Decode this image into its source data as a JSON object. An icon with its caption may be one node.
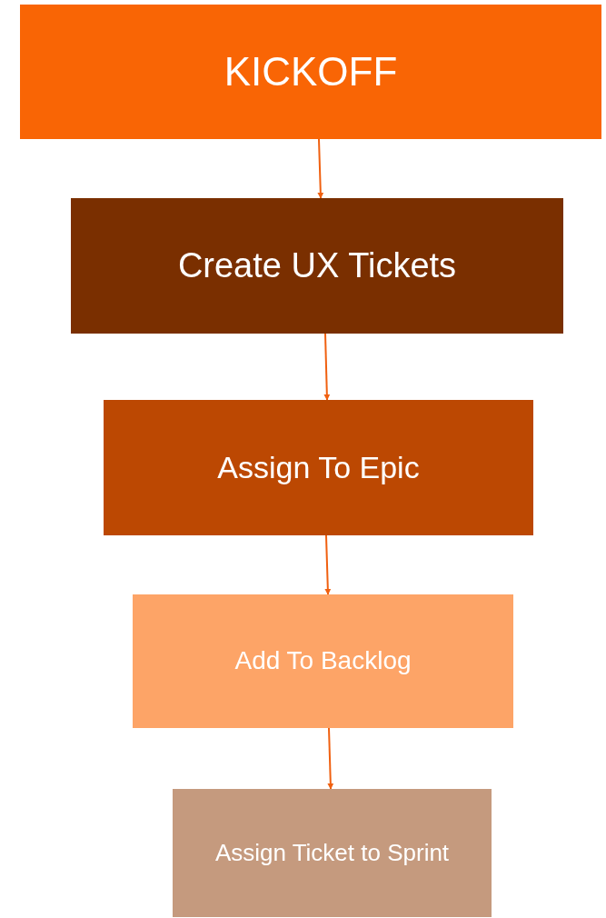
{
  "diagram": {
    "nodes": [
      {
        "text": [
          "KICKOFF"
        ]
      },
      {
        "text": [
          "Create UX Tickets"
        ]
      },
      {
        "text": [
          "Assign To Epic"
        ]
      },
      {
        "text": [
          "Add To Backlog"
        ]
      },
      {
        "text": [
          "Assign Ticket to Sprint"
        ]
      }
    ],
    "edges": [
      {
        "from": 0,
        "to": 1,
        "arrow": "to"
      },
      {
        "from": 1,
        "to": 2,
        "arrow": "to"
      },
      {
        "from": 2,
        "to": 3,
        "arrow": "to"
      },
      {
        "from": 3,
        "to": 4,
        "arrow": "to"
      }
    ]
  }
}
